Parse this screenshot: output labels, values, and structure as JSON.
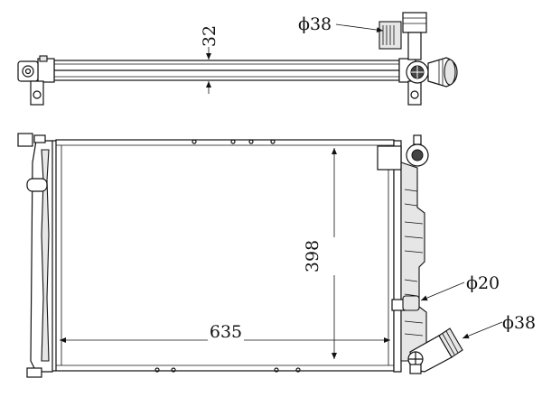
{
  "dimensions": {
    "top_thickness": "32",
    "top_inlet": "ϕ38",
    "height": "398",
    "width": "635",
    "side_port": "ϕ20",
    "outlet": "ϕ38"
  }
}
